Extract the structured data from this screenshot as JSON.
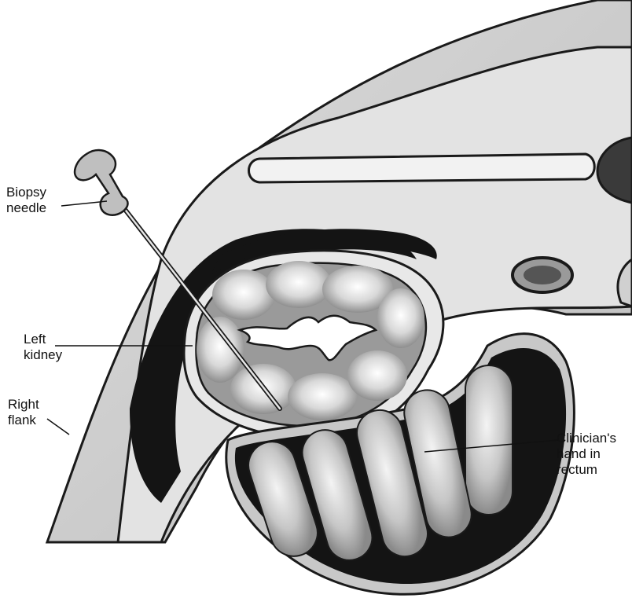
{
  "labels": {
    "biopsy_needle": [
      "Biopsy",
      "needle"
    ],
    "left_kidney": [
      "Left",
      "kidney"
    ],
    "right_flank": [
      "Right",
      "flank"
    ],
    "clinician_hand": [
      "Clinician's",
      "hand in",
      "rectum"
    ]
  },
  "colors": {
    "outline": "#1a1a1a",
    "body_wall": "#cfcfcf",
    "cavity": "#e2e2e2",
    "dark_space": "#141414",
    "kidney_tissue": "#bdbdbd",
    "muscle_band": "#a9a9a9"
  }
}
